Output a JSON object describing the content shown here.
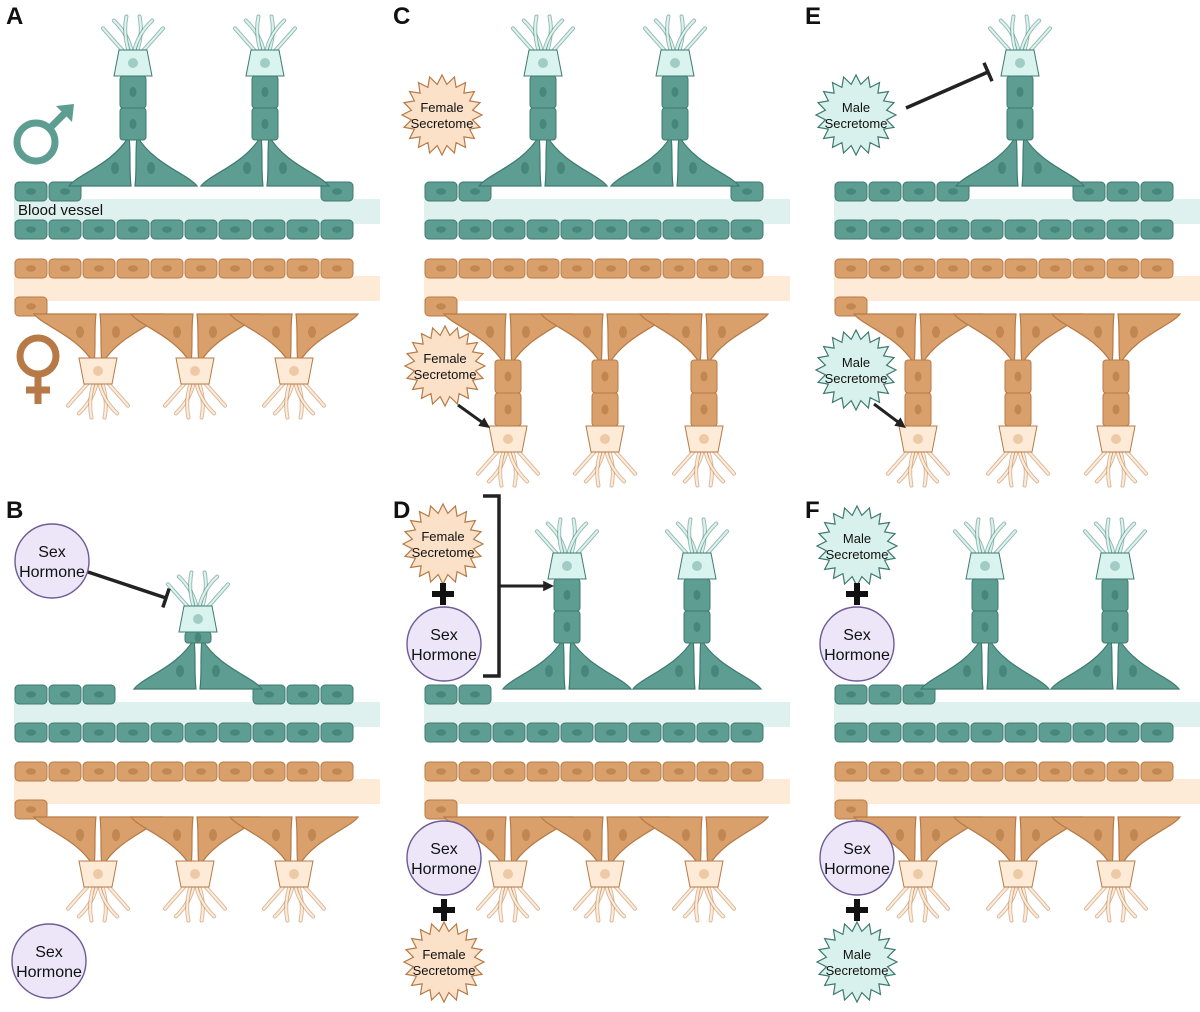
{
  "panels": [
    {
      "id": "A",
      "label": "A"
    },
    {
      "id": "B",
      "label": "B"
    },
    {
      "id": "C",
      "label": "C"
    },
    {
      "id": "D",
      "label": "D"
    },
    {
      "id": "E",
      "label": "E"
    },
    {
      "id": "F",
      "label": "F"
    }
  ],
  "labels": {
    "blood_vessel": "Blood vessel",
    "female_secretome": [
      "Female",
      "Secretome"
    ],
    "male_secretome": [
      "Male",
      "Secretome"
    ],
    "sex_hormone": [
      "Sex",
      "Hormone"
    ],
    "plus": "+"
  },
  "symbols": {
    "male": "male-symbol-icon",
    "female": "female-symbol-icon"
  },
  "colors": {
    "teal": "#5e9e92",
    "teal_dark": "#3f7a70",
    "teal_light": "#dff1ee",
    "tip_cell_teal": "#d9f3ef",
    "orange": "#d9a06b",
    "orange_dark": "#b77a46",
    "orange_light": "#fdebd8",
    "purple": "#ece6f8",
    "purple_stroke": "#6e5a96"
  }
}
